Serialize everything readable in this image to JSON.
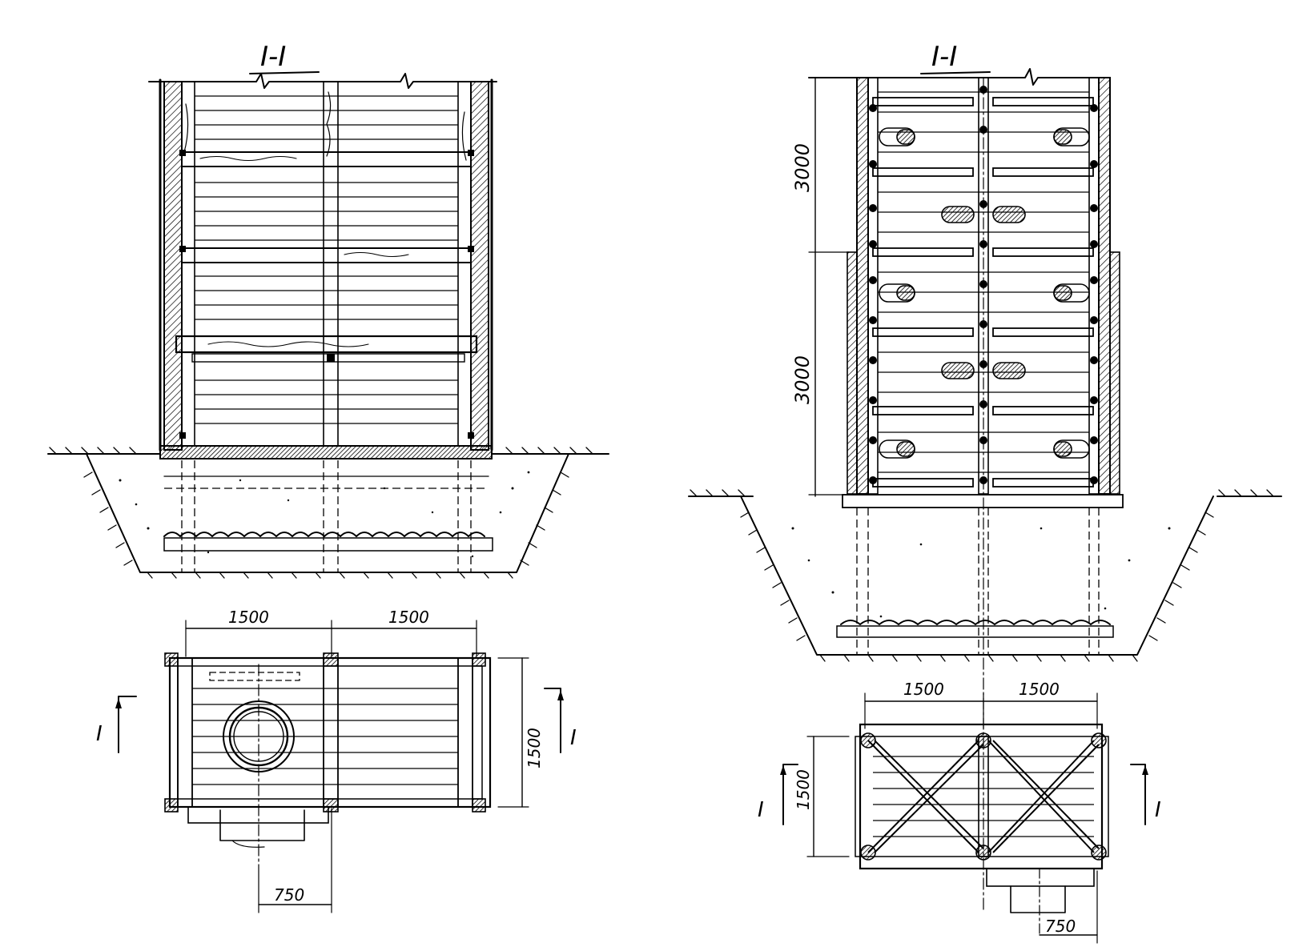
{
  "left_drawing": {
    "section_title": "I-I",
    "plan_dims": {
      "width_left": "1500",
      "width_right": "1500",
      "depth": "1500",
      "pipe_offset": "750"
    },
    "section_mark_left": "I",
    "section_mark_right": "I"
  },
  "right_drawing": {
    "section_title": "I-I",
    "height_upper": "3000",
    "height_lower": "3000",
    "plan_dims": {
      "width_left": "1500",
      "width_right": "1500",
      "depth": "1500",
      "pipe_offset": "750"
    },
    "section_mark_left": "I",
    "section_mark_right": "I"
  },
  "colors": {
    "ink": "#000000",
    "paper": "#ffffff"
  }
}
